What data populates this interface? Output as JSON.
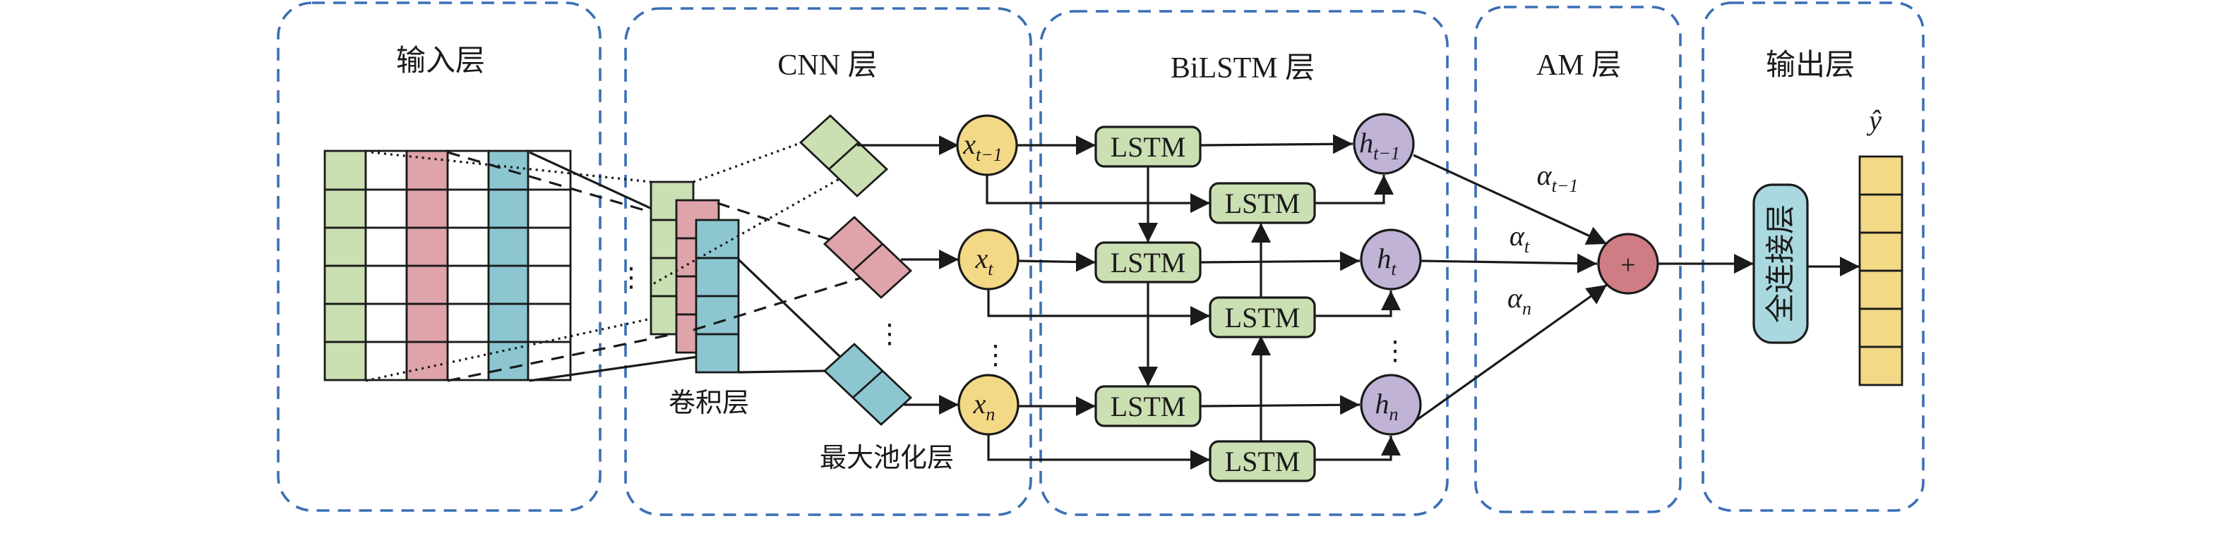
{
  "layers": {
    "input": "输入层",
    "cnn": "CNN 层",
    "bilstm": "BiLSTM 层",
    "am": "AM 层",
    "output": "输出层"
  },
  "cnn_labels": {
    "conv": "卷积层",
    "pool": "最大池化层"
  },
  "inputs": [
    {
      "base": "x",
      "sub": "t−1"
    },
    {
      "base": "x",
      "sub": "t"
    },
    {
      "base": "x",
      "sub": "n"
    }
  ],
  "hidden": [
    {
      "base": "h",
      "sub": "t−1"
    },
    {
      "base": "h",
      "sub": "t"
    },
    {
      "base": "h",
      "sub": "n"
    }
  ],
  "attention": [
    {
      "base": "α",
      "sub": "t−1"
    },
    {
      "base": "α",
      "sub": "t"
    },
    {
      "base": "α",
      "sub": "n"
    }
  ],
  "lstm_label": "LSTM",
  "plus_symbol": "+",
  "fc_label": "全连接层",
  "output_label": "ŷ",
  "ellipsis": "⋮",
  "colors": {
    "frame": "#3a6fb5",
    "green": "#cadfb2",
    "pink": "#dea4aa",
    "teal": "#8cc7d1",
    "yellow": "#f3d886",
    "purple": "#c0b3d6",
    "plus": "#d07c84",
    "fc": "#a9d8df",
    "lstm": "#cadfb2"
  }
}
